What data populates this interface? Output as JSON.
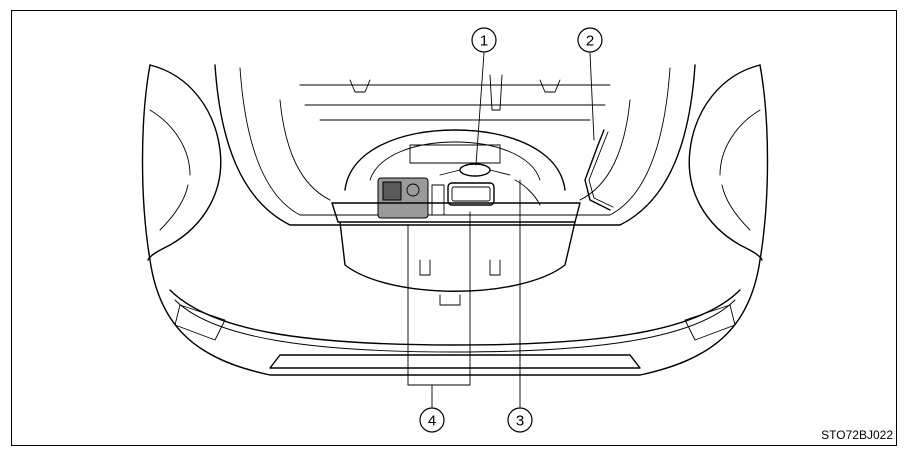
{
  "callouts": [
    {
      "id": "1",
      "label": "1"
    },
    {
      "id": "2",
      "label": "2"
    },
    {
      "id": "3",
      "label": "3"
    },
    {
      "id": "4",
      "label": "4"
    }
  ],
  "figure_code": "STO72BJ022"
}
